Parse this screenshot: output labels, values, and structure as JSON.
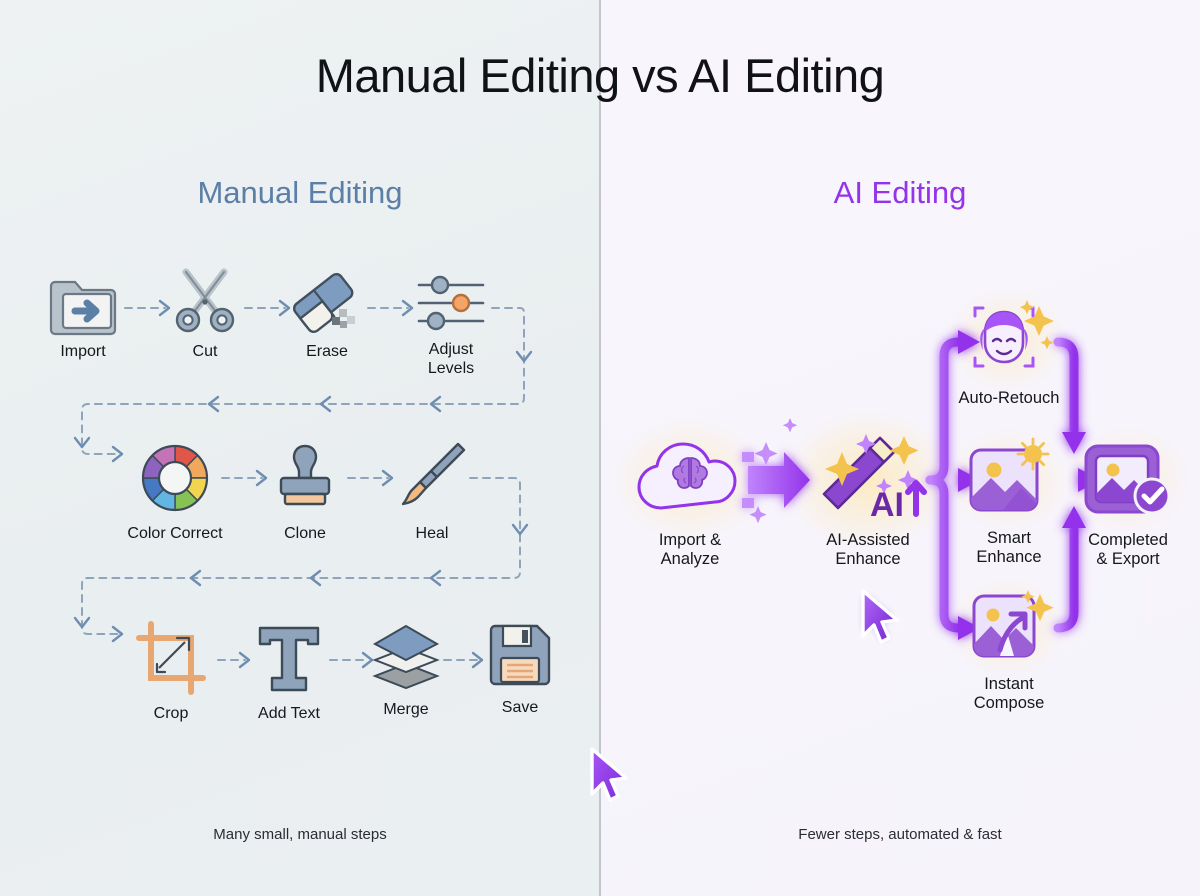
{
  "title": "Manual Editing vs AI Editing",
  "panels": {
    "left": {
      "heading": "Manual Editing",
      "footnote": "Many small, manual steps",
      "accent": "#5b7fa6",
      "background": "#eaeff1",
      "steps": [
        {
          "label": "Import",
          "icon": "folder-import-icon"
        },
        {
          "label": "Cut",
          "icon": "scissors-icon"
        },
        {
          "label": "Erase",
          "icon": "eraser-icon"
        },
        {
          "label": "Adjust\nLevels",
          "icon": "sliders-icon"
        },
        {
          "label": "Color Correct",
          "icon": "color-wheel-icon"
        },
        {
          "label": "Clone",
          "icon": "clone-stamp-icon"
        },
        {
          "label": "Heal",
          "icon": "healing-brush-icon"
        },
        {
          "label": "Crop",
          "icon": "crop-icon"
        },
        {
          "label": "Add Text",
          "icon": "text-tool-icon"
        },
        {
          "label": "Merge",
          "icon": "layers-merge-icon"
        },
        {
          "label": "Save",
          "icon": "floppy-save-icon"
        }
      ]
    },
    "right": {
      "heading": "AI Editing",
      "footnote": "Fewer steps, automated & fast",
      "accent": "#9333ea",
      "background": "#f7f4fb",
      "steps": [
        {
          "label": "Import &\nAnalyze",
          "icon": "cloud-brain-icon"
        },
        {
          "label": "AI-Assisted\nEnhance",
          "icon": "magic-wand-ai-icon"
        },
        {
          "label": "Auto-Retouch",
          "icon": "face-retouch-icon"
        },
        {
          "label": "Smart\nEnhance",
          "icon": "image-sun-icon"
        },
        {
          "label": "Instant\nCompose",
          "icon": "image-arrow-icon"
        },
        {
          "label": "Completed\n& Export",
          "icon": "image-check-icon"
        }
      ],
      "wand_badge": "AI"
    }
  },
  "cursors": [
    {
      "name": "divider-cursor"
    },
    {
      "name": "ai-panel-cursor"
    }
  ]
}
